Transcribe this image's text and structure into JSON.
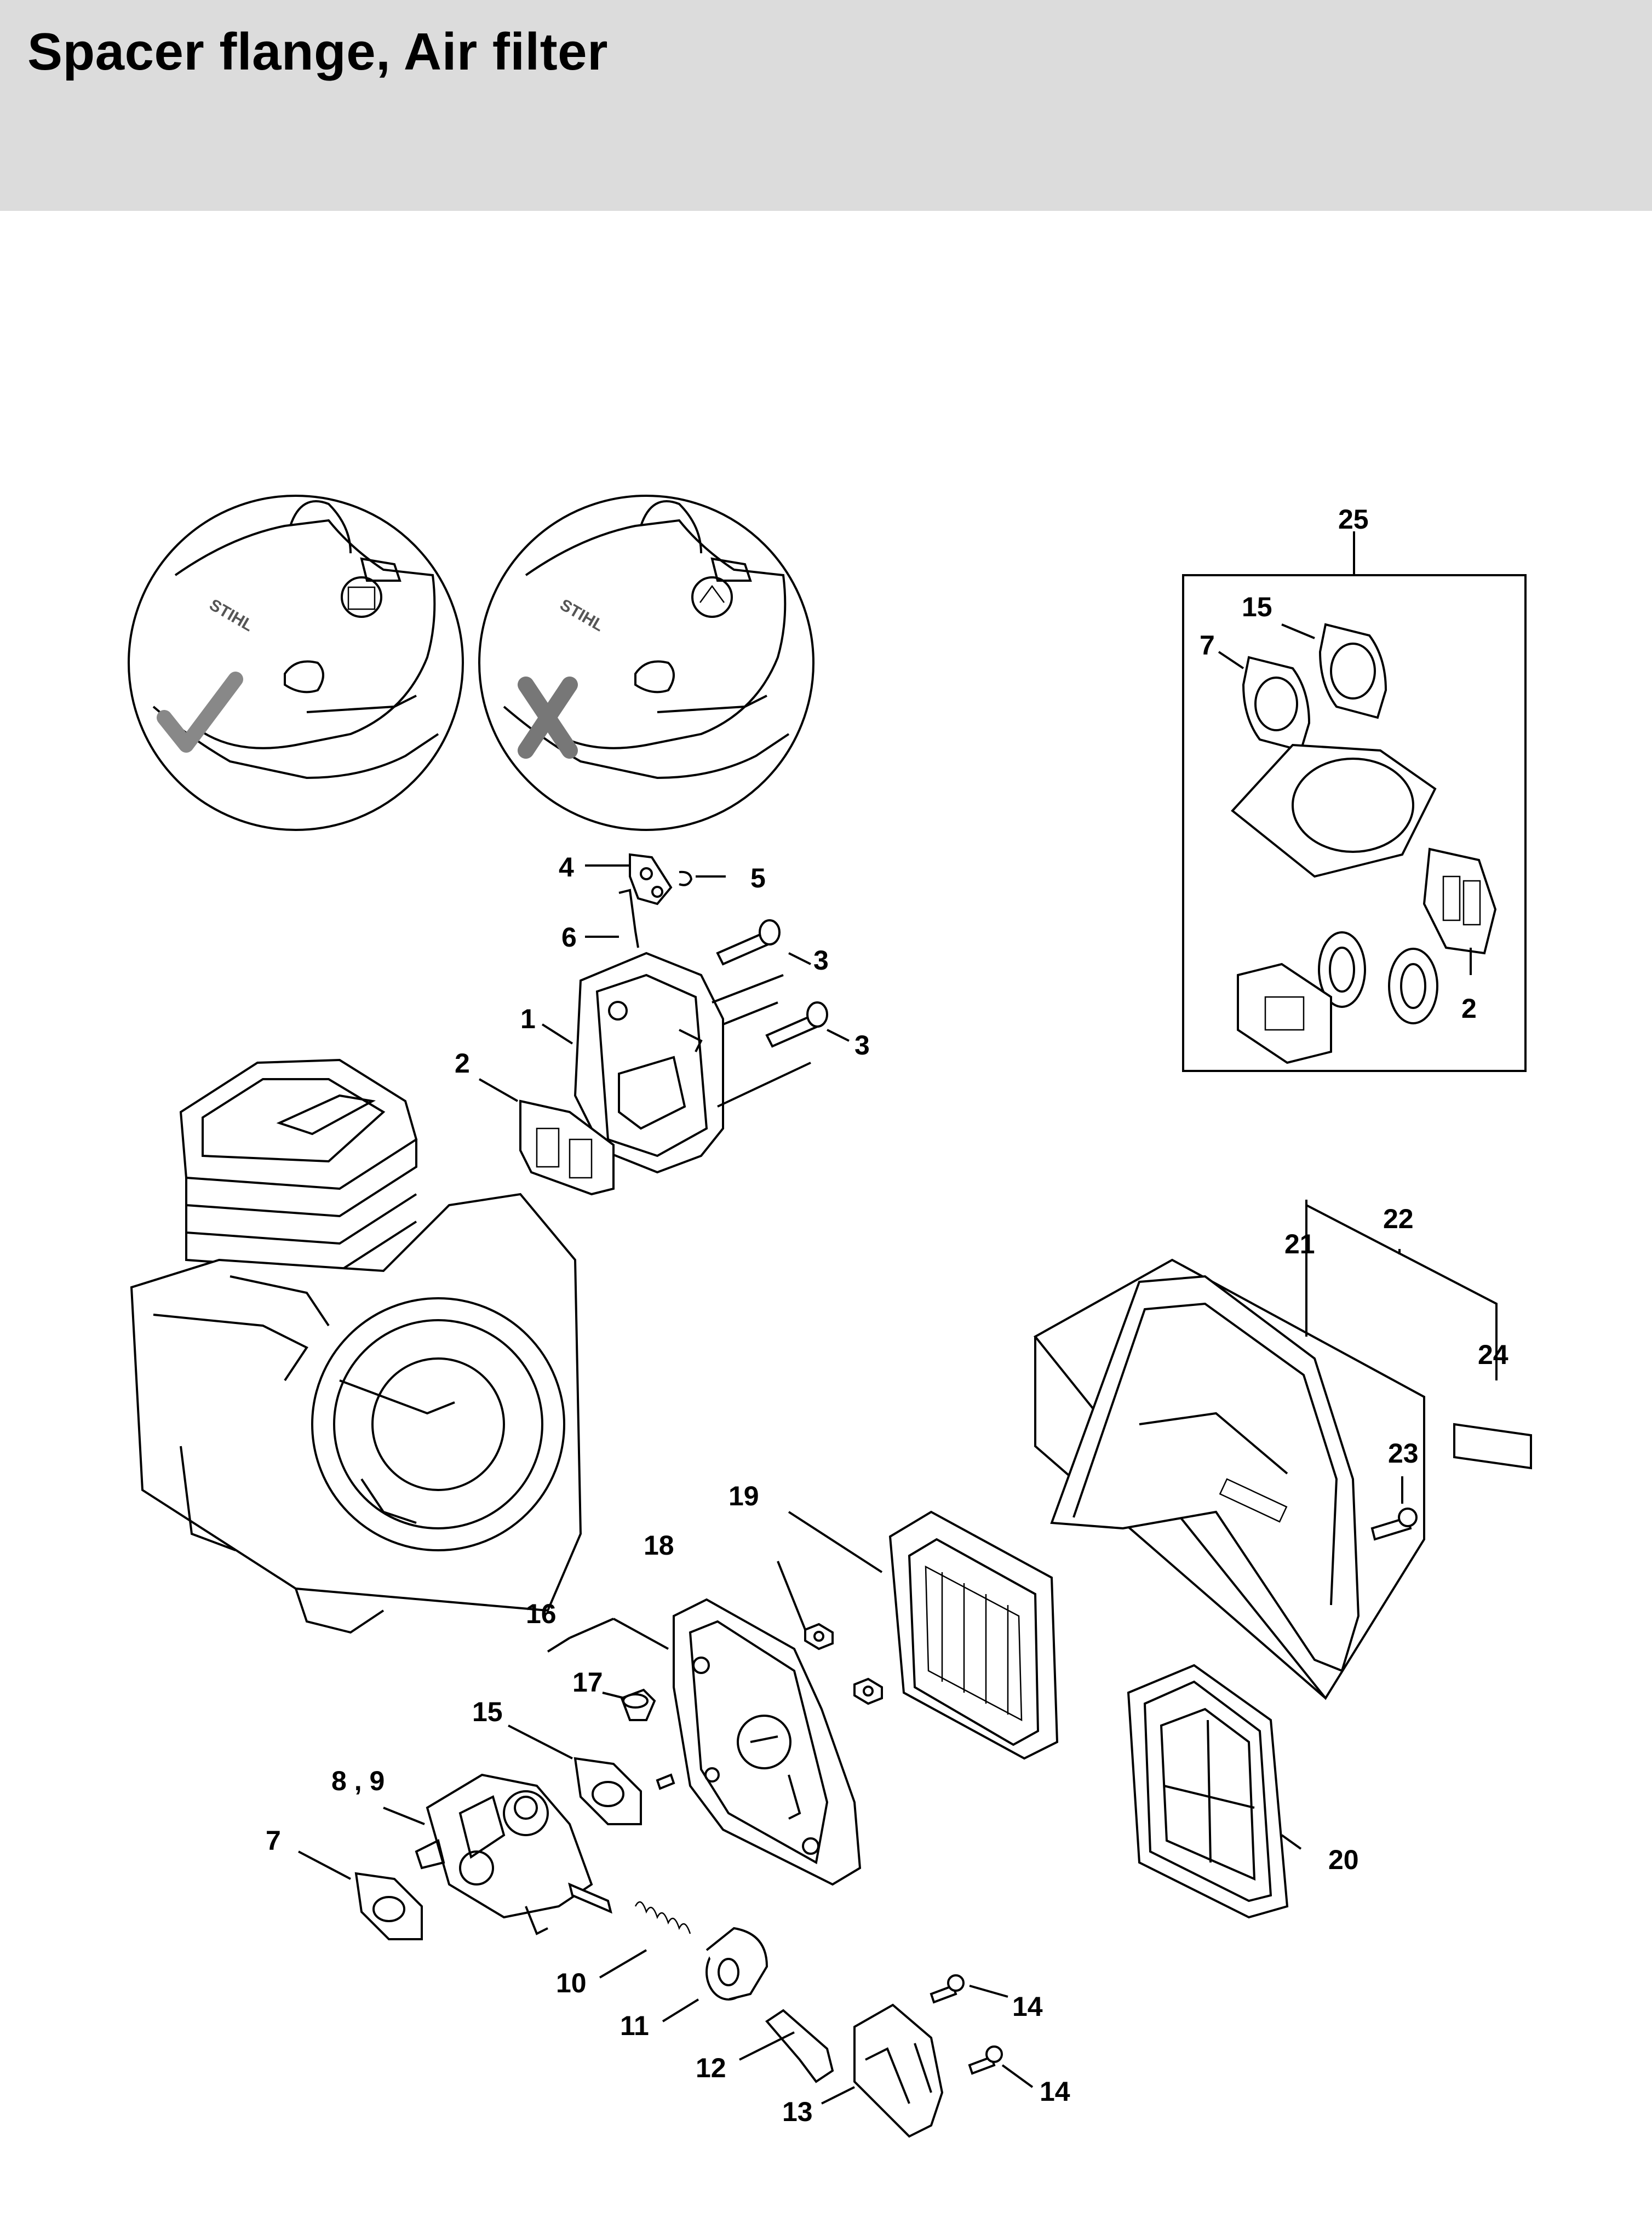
{
  "page": {
    "title": "Spacer flange, Air filter"
  },
  "callouts": {
    "c1": "1",
    "c2a": "2",
    "c2b": "2",
    "c3a": "3",
    "c3b": "3",
    "c4": "4",
    "c5": "5",
    "c6": "6",
    "c7a": "7",
    "c7b": "7",
    "c89": "8 , 9",
    "c10": "10",
    "c11": "11",
    "c12": "12",
    "c13": "13",
    "c14a": "14",
    "c14b": "14",
    "c15a": "15",
    "c15b": "15",
    "c16": "16",
    "c17": "17",
    "c18": "18",
    "c19": "19",
    "c20": "20",
    "c21": "21",
    "c22": "22",
    "c23": "23",
    "c24": "24",
    "c25": "25"
  },
  "inset_brand": [
    "STIHL",
    "STIHL"
  ],
  "icons": {
    "correct": "checkmark-icon",
    "incorrect": "cross-icon"
  }
}
